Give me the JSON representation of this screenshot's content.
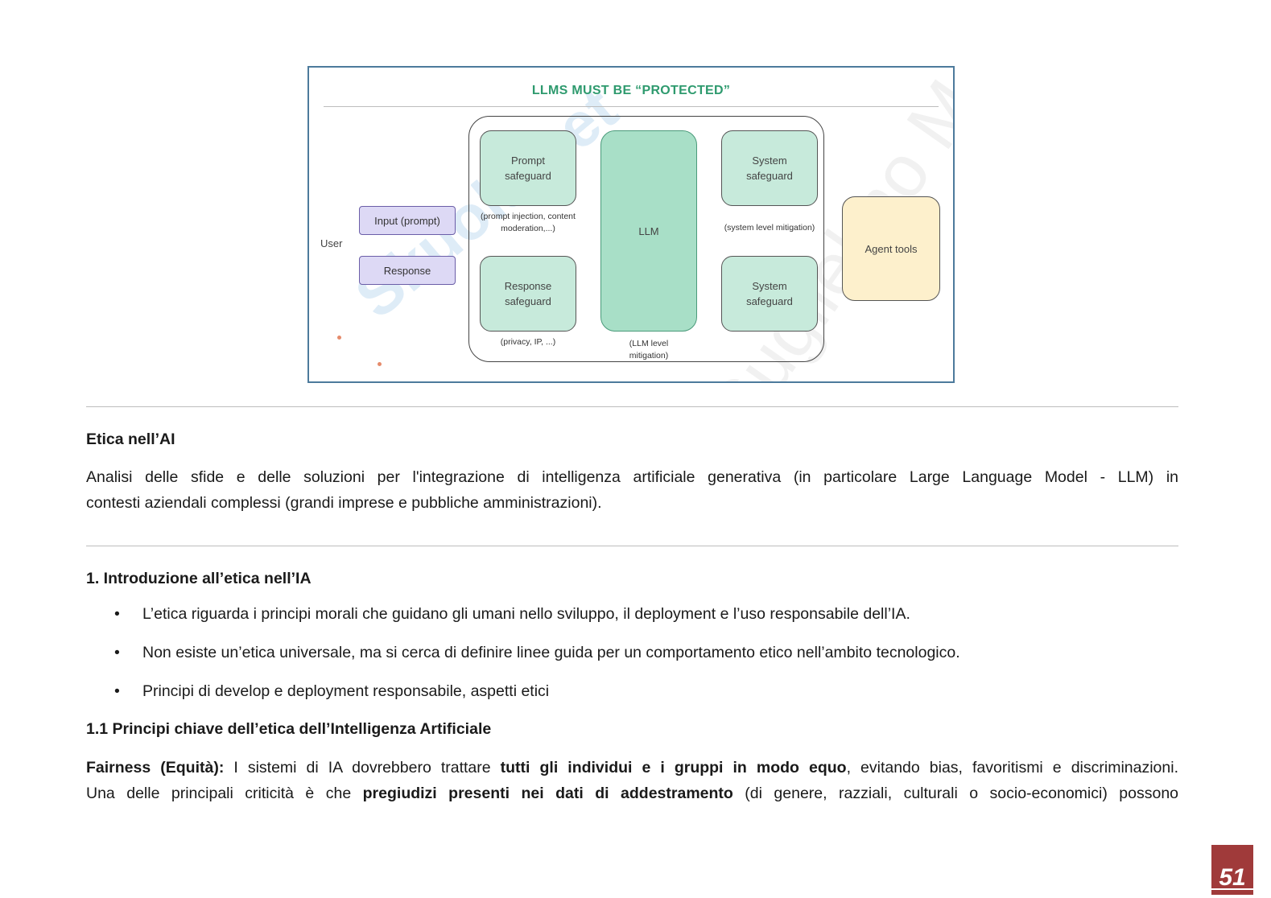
{
  "figure": {
    "title": "LLMS MUST BE “PROTECTED”",
    "watermark_1": "Skuola.net",
    "watermark_2": "Guglielmo Ma...",
    "user_label": "User",
    "input_box": "Input (prompt)",
    "response_box": "Response",
    "prompt_safeguard": "Prompt safeguard",
    "prompt_caption": "(prompt injection, content moderation,...)",
    "response_safeguard": "Response safeguard",
    "response_caption": "(privacy, IP, ...)",
    "llm": "LLM",
    "llm_caption": "(LLM level mitigation)",
    "system_safeguard_top": "System safeguard",
    "system_caption": "(system level mitigation)",
    "system_safeguard_bottom": "System safeguard",
    "agent_tools": "Agent tools"
  },
  "section": {
    "heading": "Etica nell’AI",
    "intro_line1": "Analisi delle sfide e delle soluzioni per l'integrazione di intelligenza artificiale generativa (in particolare Large Language Model - LLM) in",
    "intro_line2": "contesti aziendali complessi (grandi imprese e pubbliche amministrazioni)."
  },
  "chapter1": {
    "heading": "1. Introduzione all’etica nell’IA",
    "bullets": [
      "L’etica riguarda i principi morali che guidano gli umani nello sviluppo, il deployment e l’uso responsabile dell’IA.",
      "Non esiste un’etica universale, ma si cerca di definire linee guida per un comportamento etico nell’ambito tecnologico.",
      "Principi di develop e deployment responsabile, aspetti etici"
    ],
    "bullet_symbol": "•"
  },
  "chapter11": {
    "heading": "1.1 Principi chiave dell’etica dell’Intelligenza Artificiale",
    "fairness_label": "Fairness (Equità):",
    "fairness_t1": " I sistemi di IA dovrebbero trattare ",
    "fairness_b1": "tutti gli individui e i gruppi in modo equo",
    "fairness_t2": ", evitando bias, favoritismi e discriminazioni.",
    "line2_t1": "Una delle principali criticità è che ",
    "line2_b1": "pregiudizi presenti nei dati di addestramento",
    "line2_t2": " (di genere, razziali, culturali o socio-economici) possono"
  },
  "page_number": "51"
}
